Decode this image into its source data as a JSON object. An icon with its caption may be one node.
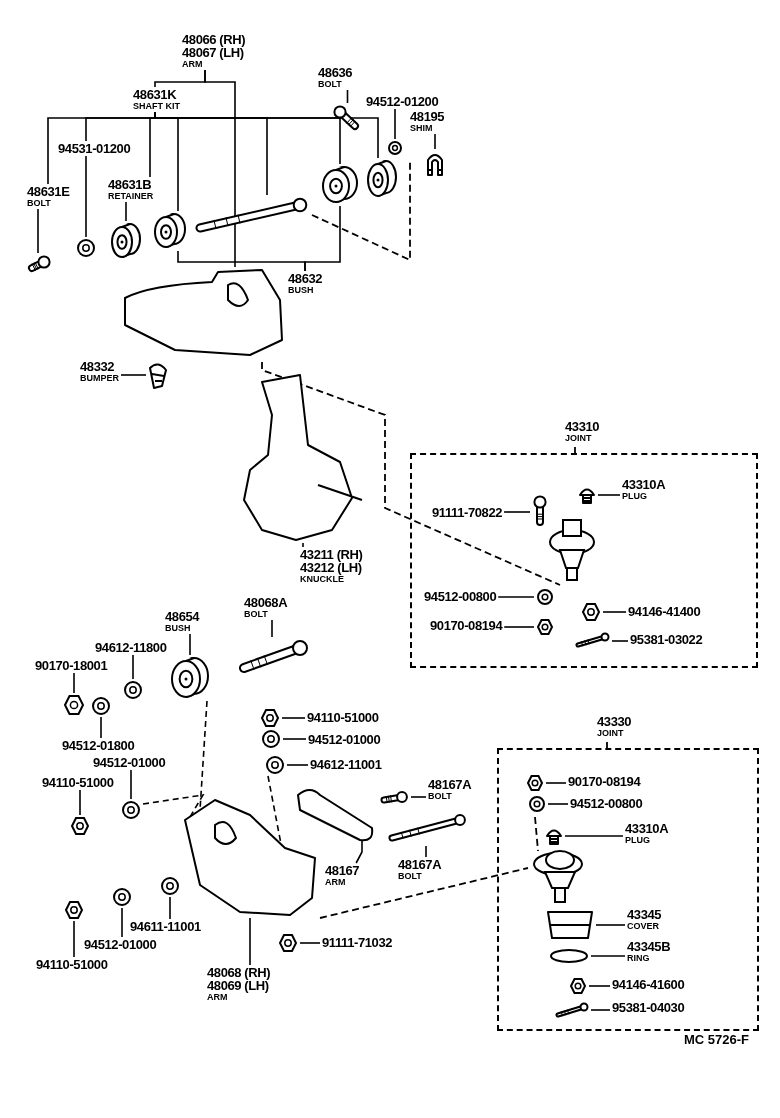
{
  "diagram": {
    "nodes": [
      {
        "text": [
          "48066 (RH)",
          "48067 (LH)",
          "ARM"
        ]
      },
      {
        "text": [
          "48631K",
          "SHAFT KIT"
        ]
      },
      {
        "text": [
          "48636",
          "BOLT"
        ]
      },
      {
        "text": [
          "94512-01200"
        ]
      },
      {
        "text": [
          "48195",
          "SHIM"
        ]
      },
      {
        "text": [
          "94531-01200"
        ]
      },
      {
        "text": [
          "48631E",
          "BOLT"
        ]
      },
      {
        "text": [
          "48631B",
          "RETAINER"
        ]
      },
      {
        "text": [
          "48632",
          "BUSH"
        ]
      },
      {
        "text": [
          "48332",
          "BUMPER"
        ]
      },
      {
        "text": [
          "43211 (RH)",
          "43212 (LH)",
          "KNUCKLE"
        ]
      },
      {
        "text": [
          "43310",
          "JOINT"
        ]
      },
      {
        "text": [
          "43310A",
          "PLUG"
        ],
        "in": 11
      },
      {
        "text": [
          "91111-70822"
        ],
        "in": 11
      },
      {
        "text": [
          "94512-00800"
        ],
        "in": 11
      },
      {
        "text": [
          "94146-41400"
        ],
        "in": 11
      },
      {
        "text": [
          "90170-08194"
        ],
        "in": 11
      },
      {
        "text": [
          "95381-03022"
        ],
        "in": 11
      },
      {
        "text": [
          "48654",
          "BUSH"
        ]
      },
      {
        "text": [
          "48068A",
          "BOLT"
        ]
      },
      {
        "text": [
          "94612-11800"
        ]
      },
      {
        "text": [
          "90170-18001"
        ]
      },
      {
        "text": [
          "94512-01800"
        ]
      },
      {
        "text": [
          "94512-01000"
        ]
      },
      {
        "text": [
          "94110-51000"
        ]
      },
      {
        "text": [
          "94110-51000"
        ]
      },
      {
        "text": [
          "94512-01000"
        ]
      },
      {
        "text": [
          "94612-11001"
        ]
      },
      {
        "text": [
          "48167A",
          "BOLT"
        ]
      },
      {
        "text": [
          "48167",
          "ARM"
        ]
      },
      {
        "text": [
          "48167A",
          "BOLT"
        ]
      },
      {
        "text": [
          "94611-11001"
        ]
      },
      {
        "text": [
          "94512-01000"
        ]
      },
      {
        "text": [
          "94110-51000"
        ]
      },
      {
        "text": [
          "48068 (RH)",
          "48069 (LH)",
          "ARM"
        ]
      },
      {
        "text": [
          "91111-71032"
        ]
      },
      {
        "text": [
          "43330",
          "JOINT"
        ]
      },
      {
        "text": [
          "90170-08194"
        ],
        "in": 36
      },
      {
        "text": [
          "94512-00800"
        ],
        "in": 36
      },
      {
        "text": [
          "43310A",
          "PLUG"
        ],
        "in": 36
      },
      {
        "text": [
          "43345",
          "COVER"
        ],
        "in": 36
      },
      {
        "text": [
          "43345B",
          "RING"
        ],
        "in": 36
      },
      {
        "text": [
          "94146-41600"
        ],
        "in": 36
      },
      {
        "text": [
          "95381-04030"
        ],
        "in": 36
      },
      {
        "text": [],
        "shape": "picture"
      },
      {
        "text": [],
        "shape": "picture"
      },
      {
        "text": [],
        "shape": "picture"
      },
      {
        "text": [],
        "shape": "picture"
      },
      {
        "text": [],
        "shape": "picture"
      },
      {
        "text": [],
        "shape": "picture"
      },
      {
        "text": [],
        "shape": "picture"
      },
      {
        "text": [],
        "shape": "picture"
      },
      {
        "text": [],
        "shape": "picture"
      },
      {
        "text": [],
        "shape": "picture"
      },
      {
        "text": [],
        "shape": "picture"
      },
      {
        "text": [],
        "shape": "picture"
      },
      {
        "text": [],
        "shape": "picture"
      },
      {
        "text": [],
        "shape": "picture",
        "in": 11
      },
      {
        "text": [],
        "shape": "picture",
        "in": 11
      },
      {
        "text": [],
        "shape": "picture",
        "in": 11
      },
      {
        "text": [],
        "shape": "picture",
        "in": 11
      },
      {
        "text": [],
        "shape": "picture",
        "in": 11
      },
      {
        "text": [],
        "shape": "picture",
        "in": 11
      },
      {
        "text": [],
        "shape": "picture"
      },
      {
        "text": [],
        "shape": "picture"
      },
      {
        "text": [],
        "shape": "picture"
      },
      {
        "text": [],
        "shape": "picture"
      },
      {
        "text": [],
        "shape": "picture"
      },
      {
        "text": [],
        "shape": "picture"
      },
      {
        "text": [],
        "shape": "picture"
      },
      {
        "text": [],
        "shape": "picture"
      },
      {
        "text": [],
        "shape": "picture"
      },
      {
        "text": [],
        "shape": "picture"
      },
      {
        "text": [],
        "shape": "picture"
      },
      {
        "text": [],
        "shape": "picture"
      },
      {
        "text": [],
        "shape": "picture"
      },
      {
        "text": [],
        "shape": "picture"
      },
      {
        "text": [],
        "shape": "picture"
      },
      {
        "text": [],
        "shape": "picture"
      },
      {
        "text": [],
        "shape": "picture"
      },
      {
        "text": [],
        "shape": "picture"
      },
      {
        "text": [],
        "shape": "picture",
        "in": 36
      },
      {
        "text": [],
        "shape": "picture",
        "in": 36
      },
      {
        "text": [],
        "shape": "picture",
        "in": 36
      },
      {
        "text": [],
        "shape": "picture",
        "in": 36
      },
      {
        "text": [],
        "shape": "picture",
        "in": 36
      },
      {
        "text": [],
        "shape": "picture",
        "in": 36
      },
      {
        "text": [],
        "shape": "picture",
        "in": 36
      }
    ],
    "edges": [
      {
        "from": 0,
        "to": 1,
        "arrow": "none"
      },
      {
        "from": 0,
        "to": 54,
        "arrow": "none"
      },
      {
        "from": 1,
        "to": 6,
        "arrow": "none"
      },
      {
        "from": 1,
        "to": 5,
        "arrow": "none"
      },
      {
        "from": 1,
        "to": 7,
        "arrow": "none"
      },
      {
        "from": 1,
        "to": 47,
        "arrow": "none"
      },
      {
        "from": 1,
        "to": 48,
        "arrow": "none"
      },
      {
        "from": 1,
        "to": 49,
        "arrow": "none"
      },
      {
        "from": 1,
        "to": 50,
        "arrow": "none"
      },
      {
        "from": 5,
        "to": 45,
        "arrow": "none"
      },
      {
        "from": 6,
        "to": 44,
        "arrow": "none"
      },
      {
        "from": 7,
        "to": 46,
        "arrow": "none"
      },
      {
        "from": 8,
        "to": 47,
        "arrow": "none"
      },
      {
        "from": 8,
        "to": 49,
        "arrow": "none"
      },
      {
        "from": 2,
        "to": 51,
        "arrow": "none"
      },
      {
        "from": 3,
        "to": 52,
        "arrow": "none"
      },
      {
        "from": 4,
        "to": 53,
        "arrow": "none"
      },
      {
        "from": 9,
        "to": 55,
        "arrow": "none"
      },
      {
        "from": 10,
        "to": 56,
        "arrow": "none"
      },
      {
        "from": 12,
        "to": 57,
        "arrow": "none"
      },
      {
        "from": 13,
        "to": 58,
        "arrow": "none"
      },
      {
        "from": 14,
        "to": 59,
        "arrow": "none"
      },
      {
        "from": 15,
        "to": 60,
        "arrow": "none"
      },
      {
        "from": 16,
        "to": 61,
        "arrow": "none"
      },
      {
        "from": 17,
        "to": 62,
        "arrow": "none"
      },
      {
        "from": 18,
        "to": 63,
        "arrow": "none"
      },
      {
        "from": 19,
        "to": 64,
        "arrow": "none"
      },
      {
        "from": 20,
        "to": 65,
        "arrow": "none"
      },
      {
        "from": 21,
        "to": 66,
        "arrow": "none"
      },
      {
        "from": 22,
        "to": 67,
        "arrow": "none"
      },
      {
        "from": 23,
        "to": 68,
        "arrow": "none"
      },
      {
        "from": 24,
        "to": 69,
        "arrow": "none"
      },
      {
        "from": 25,
        "to": 70,
        "arrow": "none"
      },
      {
        "from": 26,
        "to": 71,
        "arrow": "none"
      },
      {
        "from": 27,
        "to": 72,
        "arrow": "none"
      },
      {
        "from": 28,
        "to": 73,
        "arrow": "none"
      },
      {
        "from": 29,
        "to": 74,
        "arrow": "none"
      },
      {
        "from": 30,
        "to": 75,
        "arrow": "none"
      },
      {
        "from": 31,
        "to": 76,
        "arrow": "none"
      },
      {
        "from": 32,
        "to": 77,
        "arrow": "none"
      },
      {
        "from": 33,
        "to": 78,
        "arrow": "none"
      },
      {
        "from": 34,
        "to": 79,
        "arrow": "none"
      },
      {
        "from": 35,
        "to": 80,
        "arrow": "none"
      },
      {
        "from": 37,
        "to": 81,
        "arrow": "none"
      },
      {
        "from": 38,
        "to": 82,
        "arrow": "none"
      },
      {
        "from": 39,
        "to": 83,
        "arrow": "none"
      },
      {
        "from": 40,
        "to": 84,
        "arrow": "none"
      },
      {
        "from": 41,
        "to": 85,
        "arrow": "none"
      },
      {
        "from": 42,
        "to": 86,
        "arrow": "none"
      },
      {
        "from": 43,
        "to": 87,
        "arrow": "none"
      },
      {
        "from": 63,
        "to": 79,
        "arrow": "none",
        "style": "dashed"
      },
      {
        "from": 72,
        "to": 79,
        "arrow": "none",
        "style": "dashed"
      },
      {
        "from": 68,
        "to": 79,
        "arrow": "none",
        "style": "dashed"
      }
    ],
    "labels": [
      "MC 5726-F"
    ]
  }
}
